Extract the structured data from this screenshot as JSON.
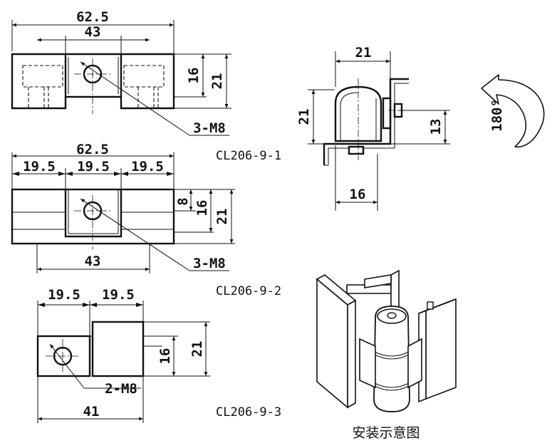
{
  "views": {
    "cl206_9_1": {
      "model": "CL206-9-1",
      "dims": {
        "overall_width": "62.5",
        "center_width": "43",
        "inner_height": "16",
        "outer_height": "21",
        "hole": "3-M8"
      }
    },
    "cl206_9_2": {
      "model": "CL206-9-2",
      "dims": {
        "overall_width": "62.5",
        "seg_1": "19.5",
        "seg_2": "19.5",
        "seg_3": "19.5",
        "small_height": "8",
        "inner_height": "16",
        "outer_height": "21",
        "bottom_width": "43",
        "hole": "3-M8"
      }
    },
    "cl206_9_3": {
      "model": "CL206-9-3",
      "dims": {
        "seg_1": "19.5",
        "seg_2": "19.5",
        "inner_height": "16",
        "outer_height": "21",
        "hole": "2-M8",
        "overall_width": "41"
      }
    },
    "side_view": {
      "dims": {
        "top_width": "21",
        "left_height": "21",
        "right_height": "13",
        "bottom_width": "16"
      }
    },
    "rotation": {
      "angle": "180°"
    },
    "isometric": {
      "caption": "安装示意图"
    }
  },
  "icons": [
    "rotation-arrow-icon"
  ]
}
